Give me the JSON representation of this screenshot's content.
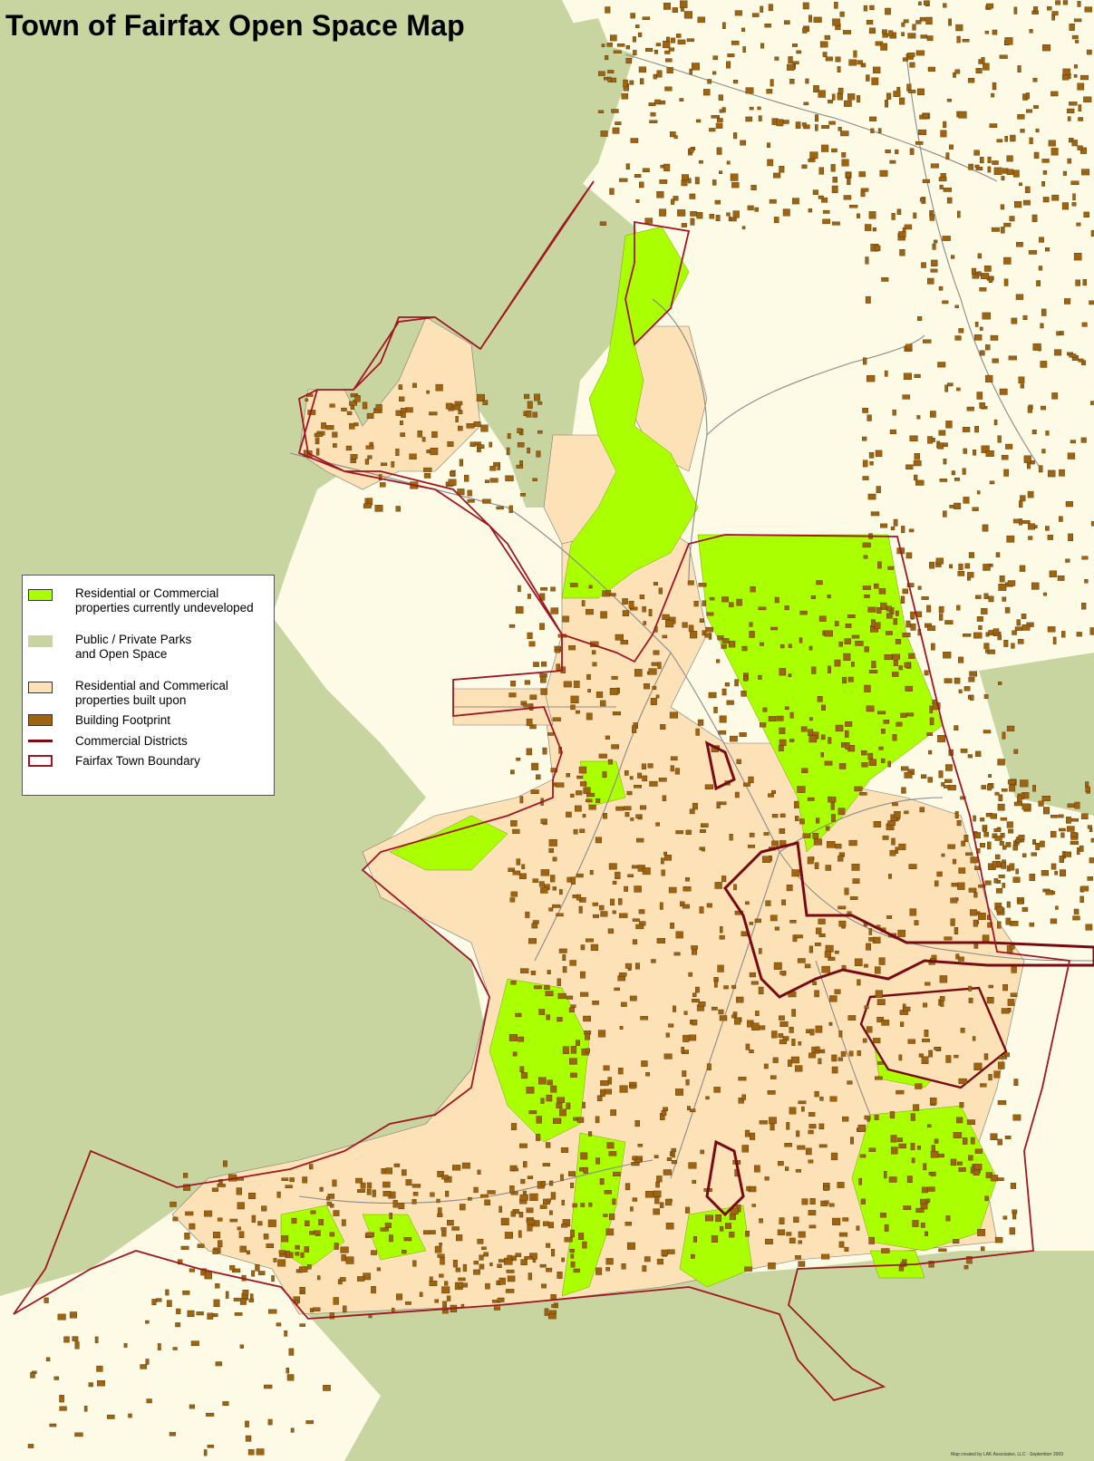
{
  "title": "Town of Fairfax Open Space Map",
  "legend": {
    "items": [
      {
        "label": "Residential or Commercial\nproperties currently undeveloped",
        "color": "#aaff00",
        "symbol": "fill"
      },
      {
        "label": "Public / Private Parks\nand Open Space",
        "color": "#c8d5a0",
        "symbol": "fill"
      },
      {
        "label": "Residential and Commerical\nproperties built upon",
        "color": "#fde2b8",
        "symbol": "fill"
      },
      {
        "label": "Building Footprint",
        "color": "#a0640f",
        "symbol": "fill"
      },
      {
        "label": "Commercial Districts",
        "color": "#7a0a12",
        "symbol": "line"
      },
      {
        "label": "Fairfax Town Boundary",
        "color": "#a01622",
        "symbol": "outline"
      }
    ]
  },
  "credit": "Map created by LAK Associates, LLC - September 2009",
  "colors": {
    "background": "#fdfbe6",
    "open_space": "#c8d5a0",
    "undeveloped": "#aaff00",
    "built": "#fde2b8",
    "building": "#a0640f",
    "boundary": "#a01622",
    "commercial": "#7a0a12",
    "parcel_line": "#666666"
  }
}
